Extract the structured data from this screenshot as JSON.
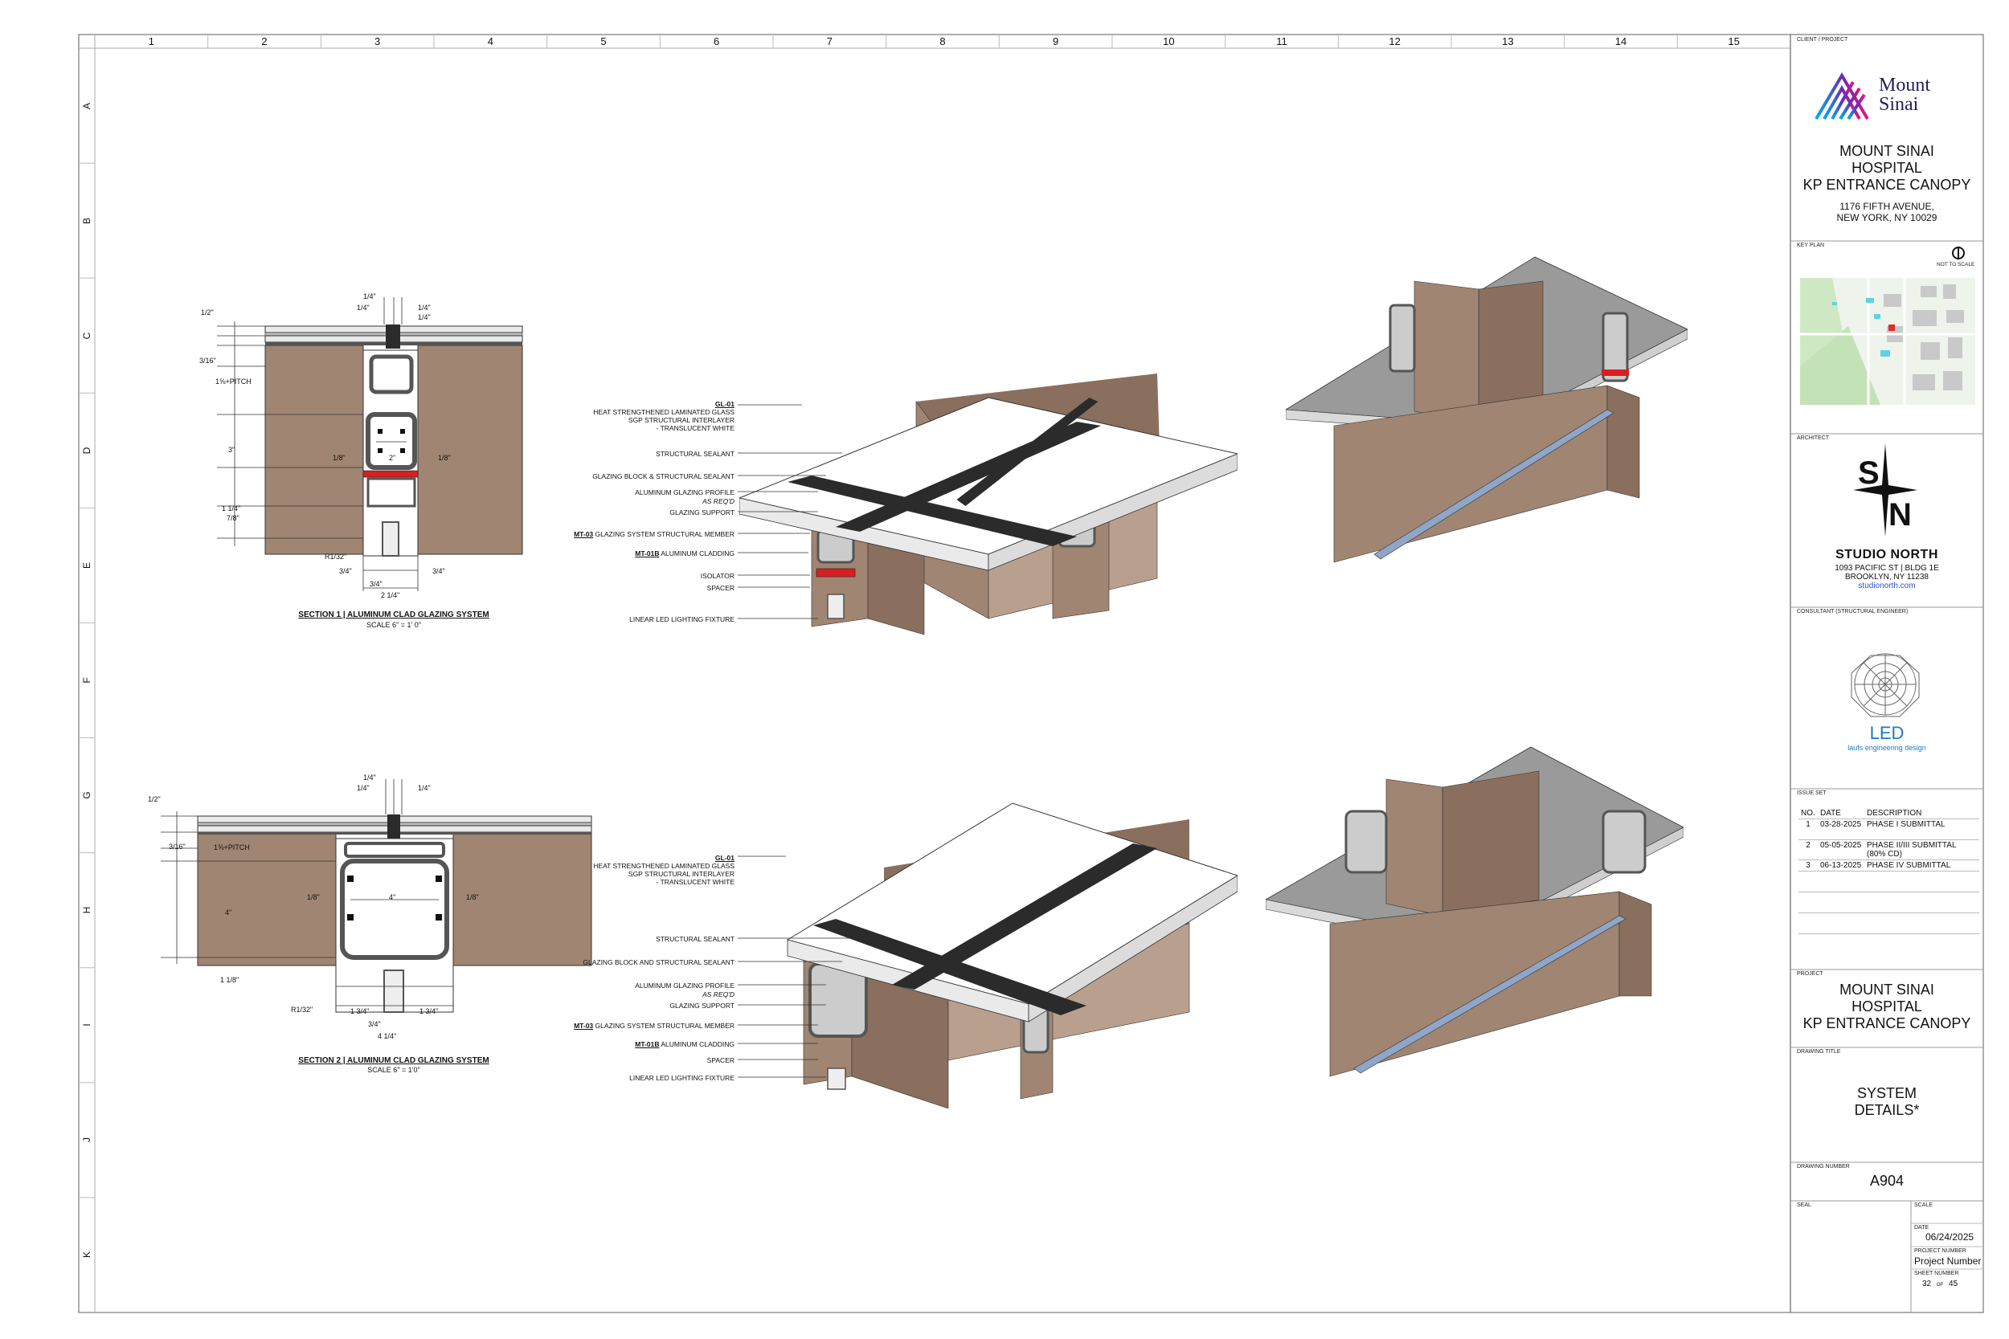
{
  "grid": {
    "columns": [
      "1",
      "2",
      "3",
      "4",
      "5",
      "6",
      "7",
      "8",
      "9",
      "10",
      "11",
      "12",
      "13",
      "14",
      "15"
    ],
    "rows": [
      "A",
      "B",
      "C",
      "D",
      "E",
      "F",
      "G",
      "H",
      "I",
      "J",
      "K"
    ]
  },
  "title_block": {
    "client_label": "CLIENT / PROJECT",
    "logo_text_1": "Mount",
    "logo_text_2": "Sinai",
    "project_line1": "MOUNT SINAI",
    "project_line2": "HOSPITAL",
    "project_line3": "KP ENTRANCE CANOPY",
    "address1": "1176 FIFTH AVENUE,",
    "address2": "NEW YORK, NY 10029",
    "key_plan_label": "KEY PLAN",
    "not_to_scale": "NOT TO SCALE",
    "architect_label": "ARCHITECT",
    "architect_name": "STUDIO NORTH",
    "architect_addr1": "1093 PACIFIC ST | BLDG 1E",
    "architect_addr2": "BROOKLYN, NY 11238",
    "architect_web": "studionorth.com",
    "consultant_label": "CONSULTANT (STRUCTURAL ENGINEER)",
    "consultant_logo": "LED",
    "consultant_name": "laufs engineering design",
    "issue_set_label": "ISSUE SET",
    "issue_headers": [
      "NO.",
      "DATE",
      "DESCRIPTION"
    ],
    "issues": [
      {
        "no": "1",
        "date": "03-28-2025",
        "desc": "PHASE I SUBMITTAL"
      },
      {
        "no": "2",
        "date": "05-05-2025",
        "desc": "PHASE II/III SUBMITTAL (80% CD)"
      },
      {
        "no": "3",
        "date": "06-13-2025",
        "desc": "PHASE IV SUBMITTAL"
      }
    ],
    "project_label": "PROJECT",
    "drawing_title_label": "DRAWING TITLE",
    "drawing_title1": "SYSTEM",
    "drawing_title2": "DETAILS*",
    "drawing_number_label": "DRAWING NUMBER",
    "drawing_number": "A904",
    "seal_label": "SEAL",
    "scale_label": "SCALE",
    "date_label": "DATE",
    "date_value": "06/24/2025",
    "project_number_label": "PROJECT NUMBER",
    "project_number": "Project Number",
    "sheet_number_label": "SHEET NUMBER",
    "sheet_no": "32",
    "sheet_of": "OF",
    "sheet_total": "45"
  },
  "section1": {
    "title": "SECTION  1 | ALUMINUM CLAD GLAZING SYSTEM",
    "scale": "SCALE 6\" = 1' 0\"",
    "dims": {
      "top1": "1/4\"",
      "top2": "1/4\"",
      "top3": "1/4\"",
      "top4": "1/4\"",
      "left1": "1/2\"",
      "left2": "3/16\"",
      "left3": "1⅝+PITCH",
      "left4": "3\"",
      "left5": "1 1/4\"",
      "left6": "7/8\"",
      "inner1": "1/8\"",
      "inner2": "2\"",
      "inner3": "1/8\"",
      "radius": "R1/32\"",
      "b1": "3/4\"",
      "b2": "3/4\"",
      "b3": "3/4\"",
      "b4": "2 1/4\""
    }
  },
  "section2": {
    "title": "SECTION  2 | ALUMINUM CLAD GLAZING SYSTEM",
    "scale": "SCALE 6\" = 1'0\"",
    "dims": {
      "top1": "1/4\"",
      "top2": "1/4\"",
      "top3": "1/4\"",
      "left1": "1/2\"",
      "left2": "3/16\"",
      "left3": "1⅝+PITCH",
      "left4": "4\"",
      "left5": "1 1/8\"",
      "inner1": "1/8\"",
      "inner2": "4\"",
      "inner3": "1/8\"",
      "radius": "R1/32\"",
      "b1": "1 3/4\"",
      "b2": "1 3/4\"",
      "b3": "3/4\"",
      "b4": "4 1/4\""
    }
  },
  "callouts_top": {
    "gl_code": "GL-01",
    "gl_l1": "HEAT STRENGTHENED LAMINATED GLASS",
    "gl_l2": "SGP STRUCTURAL INTERLAYER",
    "gl_l3": "- TRANSLUCENT WHITE",
    "c1": "STRUCTURAL SEALANT",
    "c2": "GLAZING BLOCK & STRUCTURAL SEALANT",
    "c3": "ALUMINUM GLAZING PROFILE",
    "c3b": "AS REQ'D",
    "c4": "GLAZING SUPPORT",
    "c5_code": "MT-03",
    "c5": " GLAZING SYSTEM STRUCTURAL MEMBER",
    "c6_code": "MT-01B",
    "c6": " ALUMINUM CLADDING",
    "c7": "ISOLATOR",
    "c8": "SPACER",
    "c9": "LINEAR LED LIGHTING FIXTURE"
  },
  "callouts_bottom": {
    "gl_code": "GL-01",
    "gl_l1": "HEAT STRENGTHENED LAMINATED GLASS",
    "gl_l2": "SGP STRUCTURAL INTERLAYER",
    "gl_l3": "- TRANSLUCENT WHITE",
    "c1": "STRUCTURAL SEALANT",
    "c2": "GLAZING BLOCK AND STRUCTURAL SEALANT",
    "c3": "ALUMINUM GLAZING PROFILE",
    "c3b": "AS REQ'D",
    "c4": "GLAZING SUPPORT",
    "c5_code": "MT-03",
    "c5": " GLAZING SYSTEM STRUCTURAL MEMBER",
    "c6_code": "MT-01B",
    "c6": " ALUMINUM CLADDING",
    "c8": "SPACER",
    "c9": "LINEAR LED LIGHTING FIXTURE"
  },
  "colors": {
    "cladding": "#a08572",
    "cladding_dark": "#8a6f5e",
    "cladding_side": "#b9a08e",
    "glass_top": "#ffffff",
    "seal": "#2b2b2b",
    "isolator": "#d62020",
    "led": "#8fa6c8",
    "grey_surface": "#9a9a9a"
  }
}
